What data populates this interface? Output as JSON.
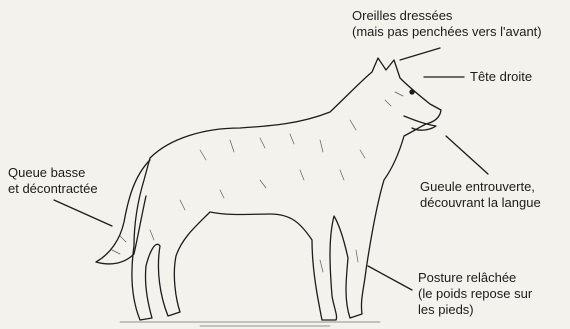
{
  "labels": {
    "ears": {
      "line1": "Oreilles dressées",
      "line2": "(mais pas penchées vers l'avant)"
    },
    "head": {
      "line1": "Tête droite"
    },
    "tail": {
      "line1": "Queue basse",
      "line2": "et décontractée"
    },
    "mouth": {
      "line1": "Gueule entrouverte,",
      "line2": "découvrant la langue"
    },
    "posture": {
      "line1": "Posture relâchée",
      "line2": "(le poids repose sur",
      "line3": "les pieds)"
    }
  },
  "colors": {
    "ink": "#1c1c1c",
    "paper": "#f4f2ec"
  }
}
